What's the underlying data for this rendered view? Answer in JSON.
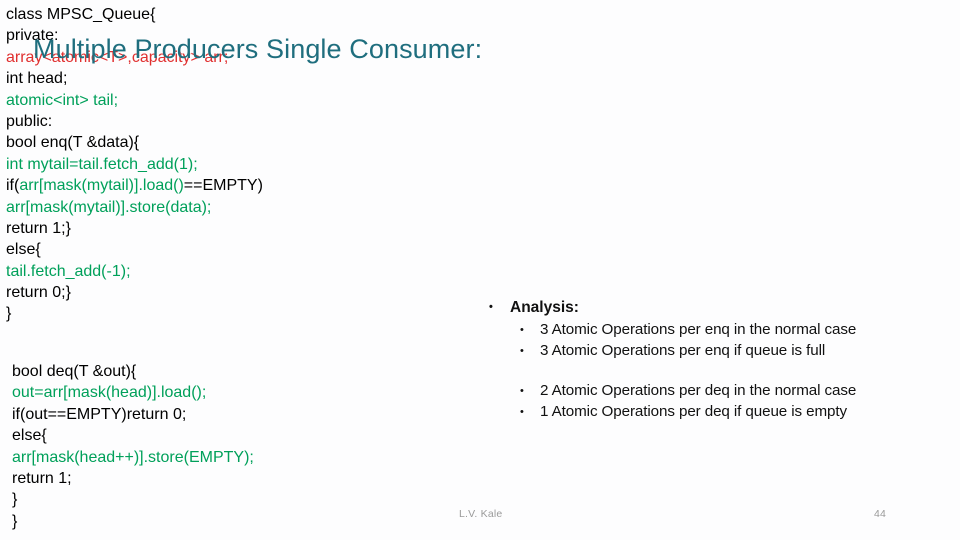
{
  "slide": {
    "title": "Multiple Producers Single Consumer:",
    "title_color": "#1F6E7E",
    "background": "#FDFDFE",
    "code_block_background": "#DEE8F4"
  },
  "code_left": {
    "lines": [
      [
        {
          "t": "class MPSC_Queue{",
          "c": "black"
        }
      ],
      [
        {
          "t": "  private:",
          "c": "black"
        }
      ],
      [
        {
          "t": "    array<atomic<T>,capacity> arr;",
          "c": "red"
        }
      ],
      [
        {
          "t": "    int head;",
          "c": "black"
        }
      ],
      [
        {
          "t": "    atomic<int> tail;",
          "c": "green"
        }
      ],
      [
        {
          "t": " public:",
          "c": "black"
        }
      ],
      [
        {
          "t": "    bool enq(T &data){",
          "c": "black"
        }
      ],
      [
        {
          "t": "     int mytail=tail.fetch_add(1);",
          "c": "green"
        }
      ],
      [
        {
          "t": "    if(",
          "c": "black"
        },
        {
          "t": "arr[mask(mytail)].load()",
          "c": "green"
        },
        {
          "t": "==EMPTY)",
          "c": "black"
        }
      ],
      [
        {
          "t": "       arr[mask(mytail)].store(data);",
          "c": "green"
        }
      ],
      [
        {
          "t": "        return 1;}",
          "c": "black"
        }
      ],
      [
        {
          "t": "     else{",
          "c": "black"
        }
      ],
      [
        {
          "t": "        tail.fetch_add(-1);",
          "c": "green"
        }
      ],
      [
        {
          "t": "        return 0;}",
          "c": "black"
        }
      ],
      [
        {
          "t": "   }",
          "c": "black"
        }
      ]
    ]
  },
  "code_right": {
    "lines": [
      [
        {
          "t": "bool deq(T &out){",
          "c": "black"
        }
      ],
      [
        {
          "t": "    out=arr[mask(head)].load();",
          "c": "green"
        }
      ],
      [
        {
          "t": "    if(out==EMPTY)return 0;",
          "c": "black"
        }
      ],
      [
        {
          "t": "    else{",
          "c": "black"
        }
      ],
      [
        {
          "t": "      arr[mask(head++)].store(EMPTY);",
          "c": "green"
        }
      ],
      [
        {
          "t": "      return 1;",
          "c": "black"
        }
      ],
      [
        {
          "t": "    }",
          "c": "black"
        }
      ],
      [
        {
          "t": "  }",
          "c": "black"
        }
      ]
    ]
  },
  "analysis": {
    "heading": "Analysis:",
    "bullet_glyph": "•",
    "group_one": [
      "3 Atomic Operations per enq in the normal case",
      "3 Atomic Operations per enq if queue is full"
    ],
    "group_two": [
      "2 Atomic Operations per deq in the normal case",
      "1 Atomic Operations per deq if queue is empty"
    ]
  },
  "footer": {
    "author": "L.V. Kale",
    "page_number": "44"
  }
}
